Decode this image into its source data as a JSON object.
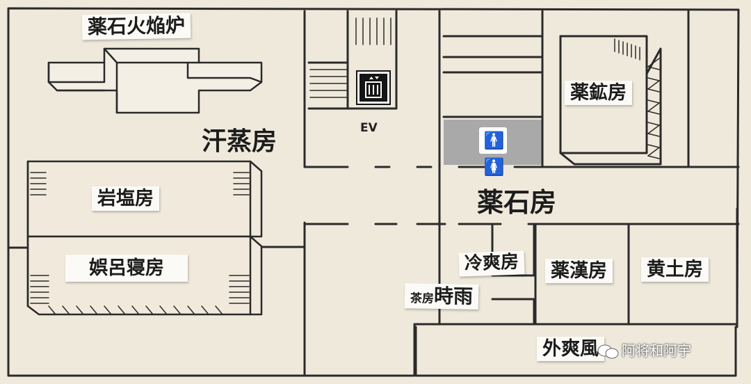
{
  "map": {
    "rooms": {
      "herb_stone_furnace": "薬石火焔炉",
      "sweat_room": "汗蒸房",
      "rock_salt_room": "岩塩房",
      "bath_sleep_room": "娯呂寝房",
      "elevator": "EV",
      "herb_mineral_room": "薬鉱房",
      "herb_stone_room": "薬石房",
      "cool_room": "冷爽房",
      "tea_room_prefix": "茶房",
      "tea_room_name": "時雨",
      "herbal_room": "薬漢房",
      "yellow_earth_room": "黄土房",
      "outdoor_cool_room": "外爽風"
    },
    "icons": {
      "elevator": "elevator-icon",
      "restroom": "restroom-icon",
      "watermark": "wechat-icon"
    },
    "colors": {
      "paper": "#efe9dc",
      "wall": "#2a2a2a",
      "restroom_zone": "#a9a9a9",
      "male_sign": "#1e5fb4",
      "female_sign": "#d2262b"
    },
    "restroom_sign": {
      "male": "🚹",
      "female": "🚺"
    },
    "watermark_text": "阿将和阿宇"
  }
}
